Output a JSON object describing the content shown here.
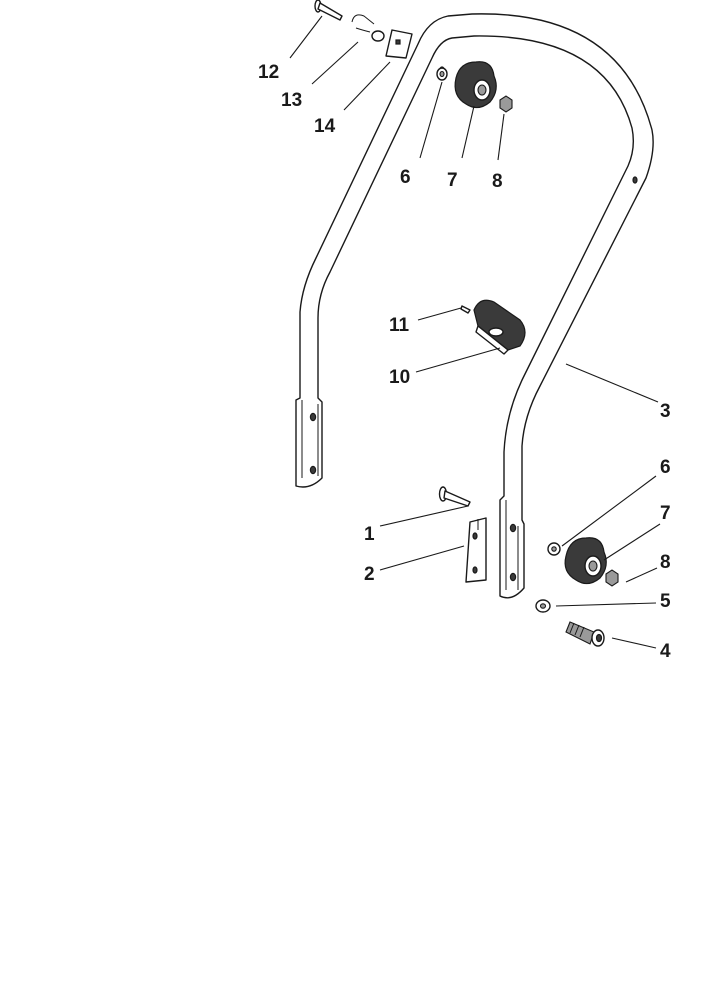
{
  "diagram": {
    "callouts": [
      {
        "id": "c12",
        "label": "12"
      },
      {
        "id": "c13",
        "label": "13"
      },
      {
        "id": "c14",
        "label": "14"
      },
      {
        "id": "c6a",
        "label": "6"
      },
      {
        "id": "c7a",
        "label": "7"
      },
      {
        "id": "c8a",
        "label": "8"
      },
      {
        "id": "c11",
        "label": "11"
      },
      {
        "id": "c10",
        "label": "10"
      },
      {
        "id": "c3",
        "label": "3"
      },
      {
        "id": "c6b",
        "label": "6"
      },
      {
        "id": "c7b",
        "label": "7"
      },
      {
        "id": "c1",
        "label": "1"
      },
      {
        "id": "c8b",
        "label": "8"
      },
      {
        "id": "c2",
        "label": "2"
      },
      {
        "id": "c5",
        "label": "5"
      },
      {
        "id": "c4",
        "label": "4"
      }
    ]
  }
}
